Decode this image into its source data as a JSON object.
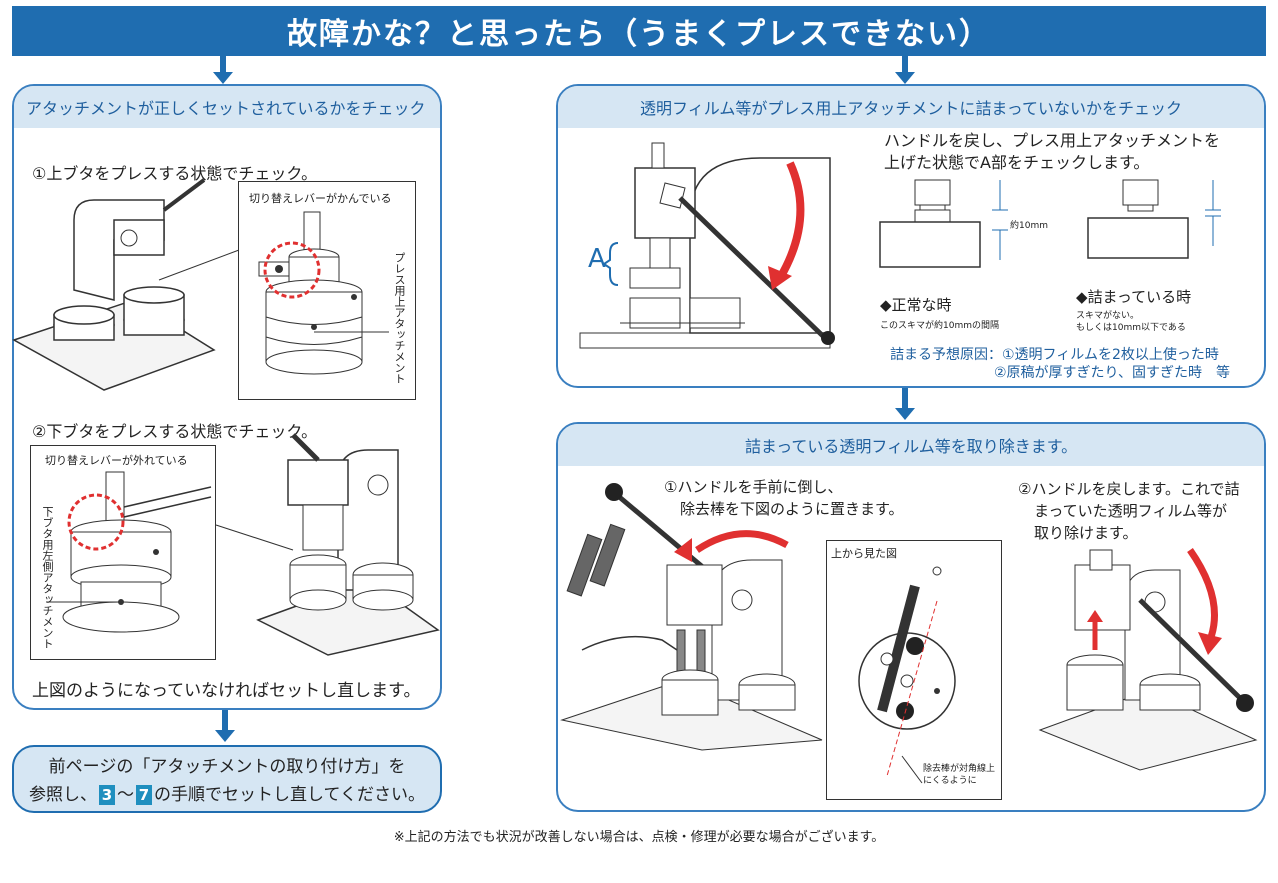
{
  "title": "故障かな？と思ったら（うまくプレスできない）",
  "left_panel": {
    "title": "アタッチメントが正しくセットされているかをチェック",
    "step1": "①上ブタをプレスする状態でチェック。",
    "step1_inset_caption": "切り替えレバーがかんでいる",
    "step1_inset_side": "プレス用上アタッチメント",
    "step2": "②下ブタをプレスする状態でチェック。",
    "step2_inset_caption": "切り替えレバーが外れている",
    "step2_inset_side": "下ブタ用左側アタッチメント",
    "conclusion": "上図のようになっていなければセットし直します。"
  },
  "note": {
    "line1": "前ページの「アタッチメントの取り付け方」を",
    "line2_pre": "参照し、",
    "num1": "3",
    "tilde": "～",
    "num2": "7",
    "line2_post": "の手順でセットし直してください。"
  },
  "top_right": {
    "title": "透明フィルム等がプレス用上アタッチメントに詰まっていないかをチェック",
    "label_a": "A",
    "desc_line1": "ハンドルを戻し、プレス用上アタッチメントを",
    "desc_line2": "上げた状態でA部をチェックします。",
    "gap_label": "約10mm",
    "normal_title": "◆正常な時",
    "normal_desc": "このスキマが約10mmの間隔",
    "jam_title": "◆詰まっている時",
    "jam_desc1": "スキマがない。",
    "jam_desc2": "もしくは10mm以下である",
    "cause_line1": "詰まる予想原因：①透明フィルムを2枚以上使った時",
    "cause_line2": "②原稿が厚すぎたり、固すぎた時　等"
  },
  "bottom_right": {
    "title": "詰まっている透明フィルム等を取り除きます。",
    "step1_line1": "①ハンドルを手前に倒し、",
    "step1_line2": "除去棒を下図のように置きます。",
    "inset_title": "上から見た図",
    "inset_note1": "除去棒が対角線上",
    "inset_note2": "にくるように",
    "step2_line1": "②ハンドルを戻します。これで詰",
    "step2_line2": "まっていた透明フィルム等が",
    "step2_line3": "取り除けます。"
  },
  "footer": "※上記の方法でも状況が改善しない場合は、点検・修理が必要な場合がございます。",
  "colors": {
    "brand_blue": "#1f6db0",
    "panel_fill": "#d6e6f3",
    "accent_red": "#e03030"
  }
}
